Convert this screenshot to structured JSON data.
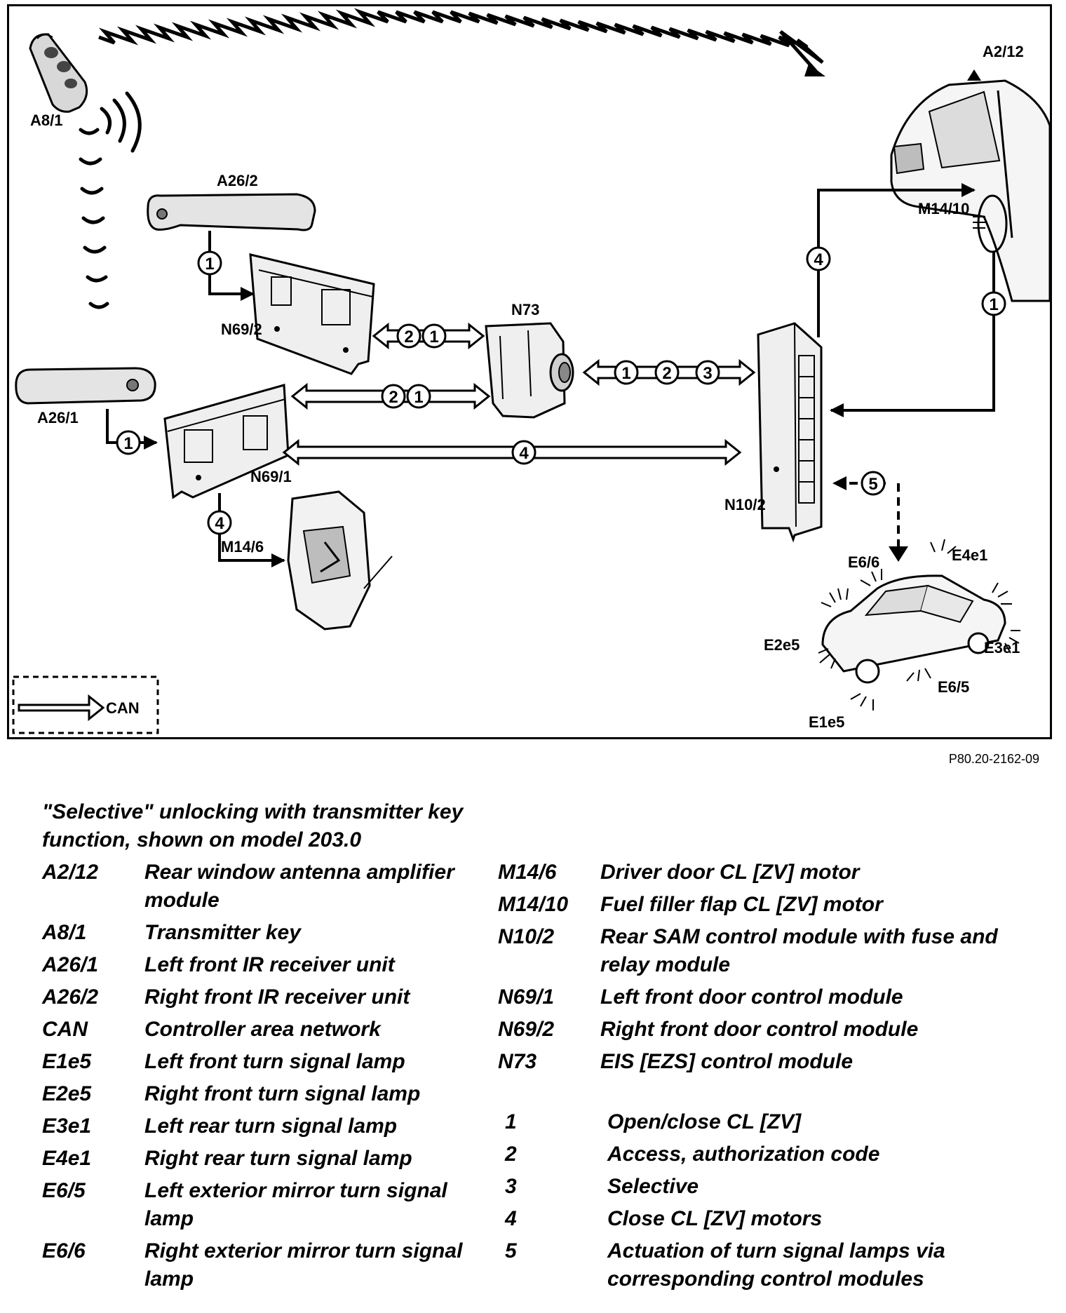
{
  "figure_ref": "P80.20-2162-09",
  "diagram": {
    "labels": {
      "a8_1": "A8/1",
      "a26_2": "A26/2",
      "a26_1": "A26/1",
      "n69_2": "N69/2",
      "n69_1": "N69/1",
      "n73": "N73",
      "n10_2": "N10/2",
      "a2_12": "A2/12",
      "m14_10": "M14/10",
      "m14_6": "M14/6",
      "e6_6": "E6/6",
      "e4e1": "E4e1",
      "e2e5": "E2e5",
      "e3e1": "E3e1",
      "e6_5": "E6/5",
      "e1e5": "E1e5",
      "can": "CAN"
    },
    "circled_numbers": {
      "one": "1",
      "two": "2",
      "three": "3",
      "four": "4",
      "five": "5"
    }
  },
  "legend": {
    "title": "\"Selective\" unlocking with transmitter key function, shown on model 203.0",
    "left_items": [
      {
        "code": "A2/12",
        "desc": "Rear window antenna amplifier module"
      },
      {
        "code": "A8/1",
        "desc": "Transmitter key"
      },
      {
        "code": "A26/1",
        "desc": "Left front IR receiver unit"
      },
      {
        "code": "A26/2",
        "desc": "Right front IR receiver unit"
      },
      {
        "code": "CAN",
        "desc": "Controller area network"
      },
      {
        "code": "E1e5",
        "desc": "Left front turn signal lamp"
      },
      {
        "code": "E2e5",
        "desc": "Right front turn signal lamp"
      },
      {
        "code": "E3e1",
        "desc": "Left rear turn signal lamp"
      },
      {
        "code": "E4e1",
        "desc": "Right rear turn signal lamp"
      },
      {
        "code": "E6/5",
        "desc": "Left exterior mirror turn signal lamp"
      },
      {
        "code": "E6/6",
        "desc": "Right exterior mirror turn signal lamp"
      }
    ],
    "right_items": [
      {
        "code": "M14/6",
        "desc": "Driver door CL [ZV] motor"
      },
      {
        "code": "M14/10",
        "desc": "Fuel filler flap CL [ZV] motor"
      },
      {
        "code": "N10/2",
        "desc": "Rear SAM control module with fuse and relay module"
      },
      {
        "code": "N69/1",
        "desc": "Left front door control module"
      },
      {
        "code": "N69/2",
        "desc": "Right front door control module"
      },
      {
        "code": "N73",
        "desc": "EIS [EZS] control module"
      }
    ],
    "numbered_items": [
      {
        "code": "1",
        "desc": "Open/close CL [ZV]"
      },
      {
        "code": "2",
        "desc": "Access, authorization code"
      },
      {
        "code": "3",
        "desc": "Selective"
      },
      {
        "code": "4",
        "desc": "Close CL [ZV] motors"
      },
      {
        "code": "5",
        "desc": "Actuation of turn signal lamps via corresponding control modules"
      }
    ]
  }
}
